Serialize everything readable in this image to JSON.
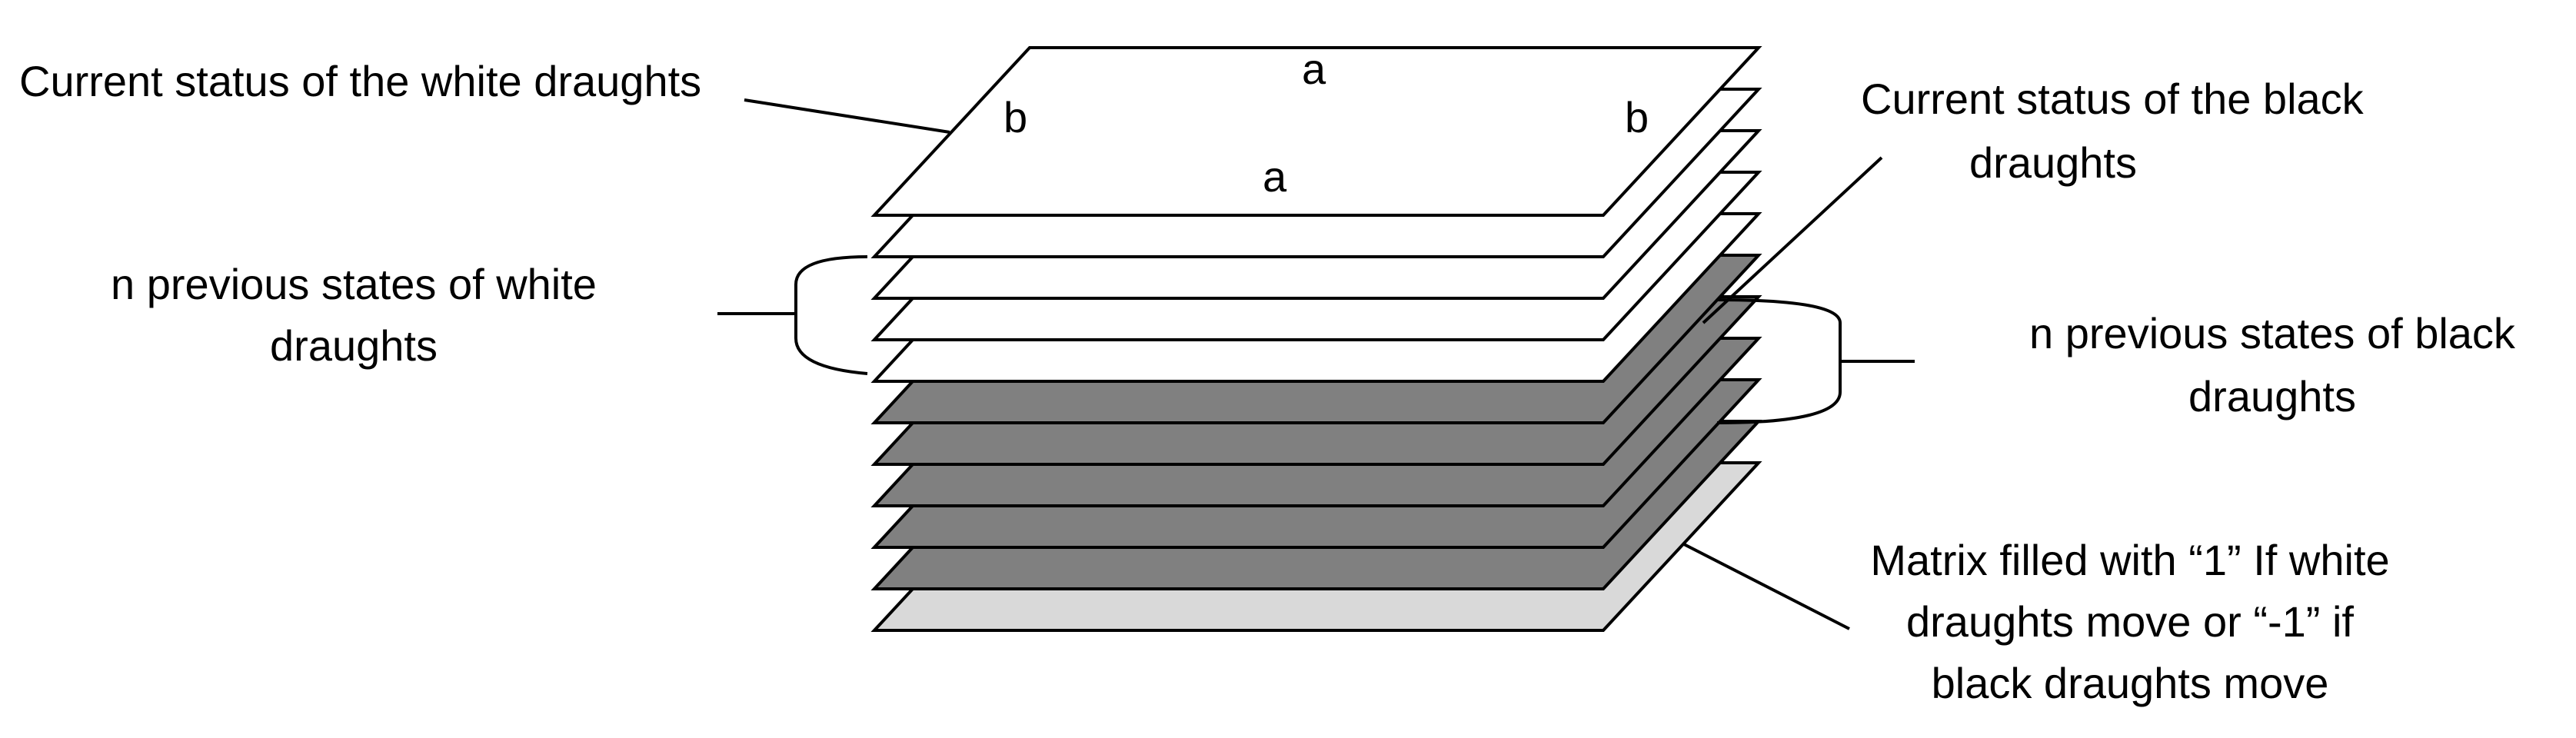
{
  "labels": {
    "white_current": "Current status of the white draughts",
    "black_current_1": "Current status of the black",
    "black_current_2": "draughts",
    "white_prev_1": "n previous states of white",
    "white_prev_2": "draughts",
    "black_prev_1": "n previous states of black",
    "black_prev_2": "draughts",
    "matrix_1": "Matrix filled with “1” If white",
    "matrix_2": "draughts move or “-1” if",
    "matrix_3": "black draughts move"
  },
  "dimensions": {
    "top_a": "a",
    "front_a": "a",
    "left_b": "b",
    "right_b": "b"
  },
  "colors": {
    "white_layer": "#ffffff",
    "black_layer": "#808080",
    "matrix_layer": "#d9d9d9",
    "stroke": "#000000"
  },
  "layers": [
    {
      "group": "white"
    },
    {
      "group": "white"
    },
    {
      "group": "white"
    },
    {
      "group": "white"
    },
    {
      "group": "white"
    },
    {
      "group": "black"
    },
    {
      "group": "black"
    },
    {
      "group": "black"
    },
    {
      "group": "black"
    },
    {
      "group": "black"
    },
    {
      "group": "matrix"
    }
  ]
}
